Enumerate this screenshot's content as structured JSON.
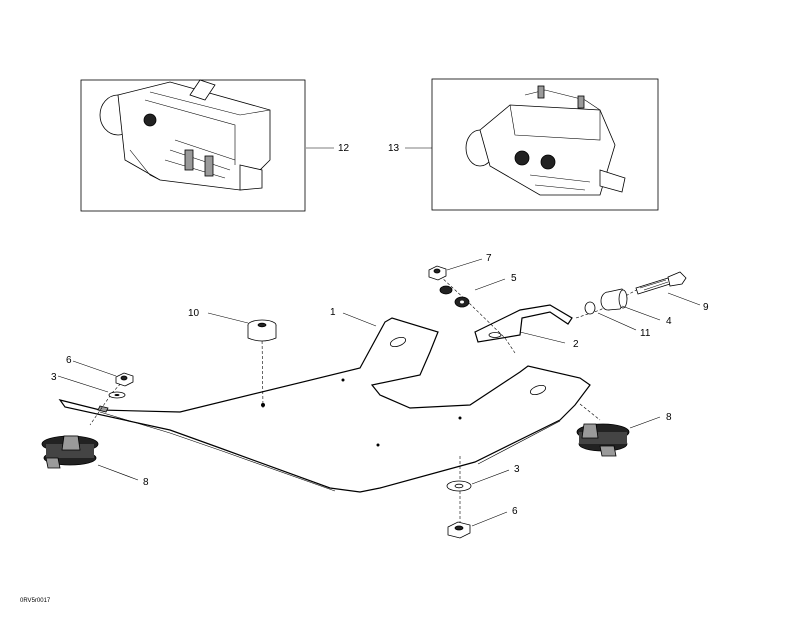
{
  "callouts": {
    "c1": "1",
    "c2": "2",
    "c3a": "3",
    "c3b": "3",
    "c4": "4",
    "c5": "5",
    "c6a": "6",
    "c6b": "6",
    "c7": "7",
    "c8a": "8",
    "c8b": "8",
    "c9": "9",
    "c10": "10",
    "c11": "11",
    "c12": "12",
    "c13": "13"
  },
  "drawing_code": "0RV5r0017"
}
